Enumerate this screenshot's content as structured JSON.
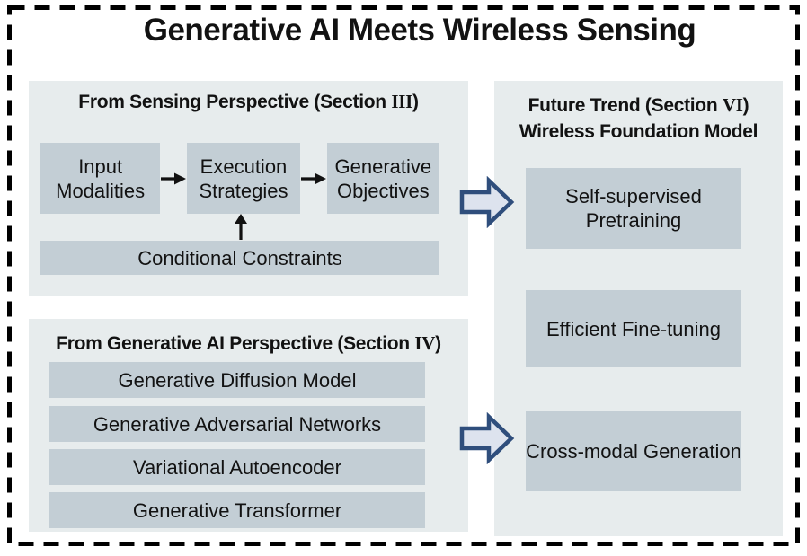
{
  "title": "Generative AI Meets Wireless Sensing",
  "colors": {
    "panel_bg": "#e7eced",
    "box_fill": "#c3ced5",
    "arrow_fill": "#dde3ee",
    "arrow_stroke": "#2f4e7c",
    "ink": "#121212",
    "border": "#000000"
  },
  "sensing_panel": {
    "header_prefix": "From Sensing Perspective (Section ",
    "header_numeral": "III",
    "header_suffix": ")",
    "flow_boxes": [
      "Input Modalities",
      "Execution Strategies",
      "Generative Objectives"
    ],
    "constraint_box": "Conditional Constraints"
  },
  "generative_panel": {
    "header_prefix": "From Generative AI Perspective (Section ",
    "header_numeral": "IV",
    "header_suffix": ")",
    "boxes": [
      "Generative Diffusion Model",
      "Generative Adversarial Networks",
      "Variational Autoencoder",
      "Generative Transformer"
    ]
  },
  "future_panel": {
    "header_line1_prefix": "Future Trend (Section ",
    "header_line1_numeral": "VI",
    "header_line1_suffix": ")",
    "header_line2": "Wireless Foundation Model",
    "boxes": [
      "Self-supervised Pretraining",
      "Efficient Fine-tuning",
      "Cross-modal Generation"
    ]
  }
}
